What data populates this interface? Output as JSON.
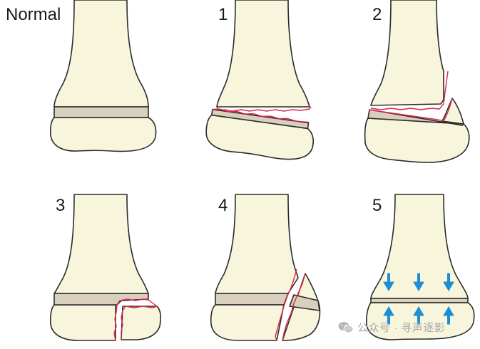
{
  "panels": [
    {
      "id": "normal",
      "label": "Normal"
    },
    {
      "id": "type1",
      "label": "1"
    },
    {
      "id": "type2",
      "label": "2"
    },
    {
      "id": "type3",
      "label": "3"
    },
    {
      "id": "type4",
      "label": "4"
    },
    {
      "id": "type5",
      "label": "5"
    }
  ],
  "watermark": {
    "text": "公众号 · 寻声逐影",
    "icon": "wechat-icon"
  },
  "colors": {
    "bone": "#f8f5dd",
    "physis": "#d8cfbd",
    "fracture": "#e0234a",
    "compression_arrow": "#1a8fd6"
  }
}
